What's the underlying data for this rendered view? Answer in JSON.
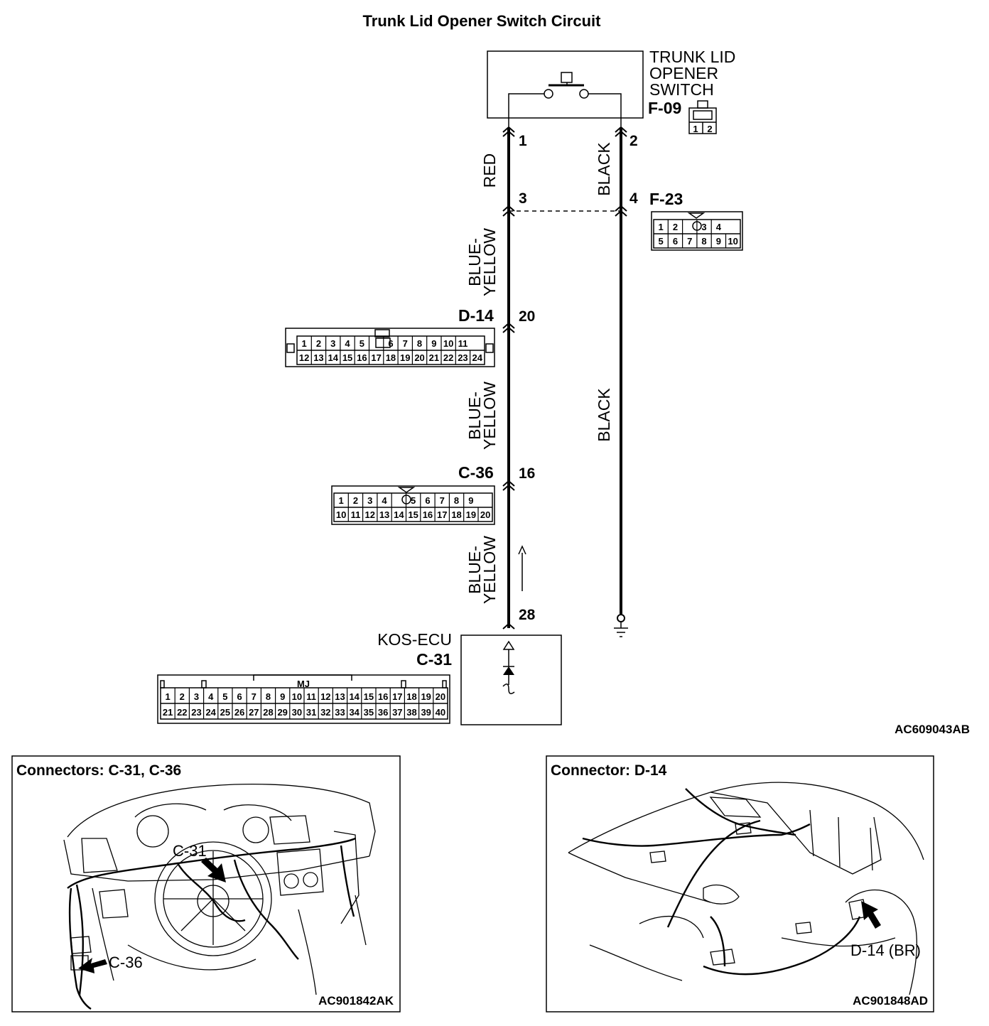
{
  "title": "Trunk Lid Opener Switch Circuit",
  "switch": {
    "name_lines": [
      "TRUNK LID",
      "OPENER",
      "SWITCH"
    ],
    "code": "F-09",
    "pins": [
      "1",
      "2"
    ]
  },
  "wire_colors": {
    "red": "RED",
    "black_upper": "BLACK",
    "blue_yellow_1": [
      "BLUE-",
      "YELLOW"
    ],
    "blue_yellow_2": [
      "BLUE-",
      "YELLOW"
    ],
    "blue_yellow_3": [
      "BLUE-",
      "YELLOW"
    ],
    "black_lower": "BLACK"
  },
  "pins": {
    "sw1": "1",
    "sw2": "2",
    "f23_left": "3",
    "f23_right": "4",
    "d14": "20",
    "c36": "16",
    "ecu": "28"
  },
  "connectors": {
    "f23": {
      "code": "F-23",
      "row1": [
        "1",
        "2",
        "",
        "3",
        "4"
      ],
      "row2": [
        "5",
        "6",
        "7",
        "8",
        "9",
        "10"
      ]
    },
    "d14": {
      "code": "D-14",
      "row1": [
        "1",
        "2",
        "3",
        "4",
        "5",
        "",
        "6",
        "7",
        "8",
        "9",
        "10",
        "11"
      ],
      "row2": [
        "12",
        "13",
        "14",
        "15",
        "16",
        "17",
        "18",
        "19",
        "20",
        "21",
        "22",
        "23",
        "24"
      ]
    },
    "c36": {
      "code": "C-36",
      "row1": [
        "1",
        "2",
        "3",
        "4",
        "",
        "5",
        "6",
        "7",
        "8",
        "9"
      ],
      "row2": [
        "10",
        "11",
        "12",
        "13",
        "14",
        "15",
        "16",
        "17",
        "18",
        "19",
        "20"
      ]
    },
    "c31": {
      "code": "C-31",
      "name": "KOS-ECU",
      "tag": "MJ",
      "row1": [
        "1",
        "2",
        "3",
        "4",
        "5",
        "6",
        "7",
        "8",
        "9",
        "10",
        "11",
        "12",
        "13",
        "14",
        "15",
        "16",
        "17",
        "18",
        "19",
        "20"
      ],
      "row2": [
        "21",
        "22",
        "23",
        "24",
        "25",
        "26",
        "27",
        "28",
        "29",
        "30",
        "31",
        "32",
        "33",
        "34",
        "35",
        "36",
        "37",
        "38",
        "39",
        "40"
      ]
    }
  },
  "figure_code": "AC609043AB",
  "panel_left": {
    "title": "Connectors: C-31, C-36",
    "callouts": [
      "C-31",
      "C-36"
    ],
    "code": "AC901842AK"
  },
  "panel_right": {
    "title": "Connector: D-14",
    "callouts": [
      "D-14 (BR)"
    ],
    "code": "AC901848AD"
  }
}
